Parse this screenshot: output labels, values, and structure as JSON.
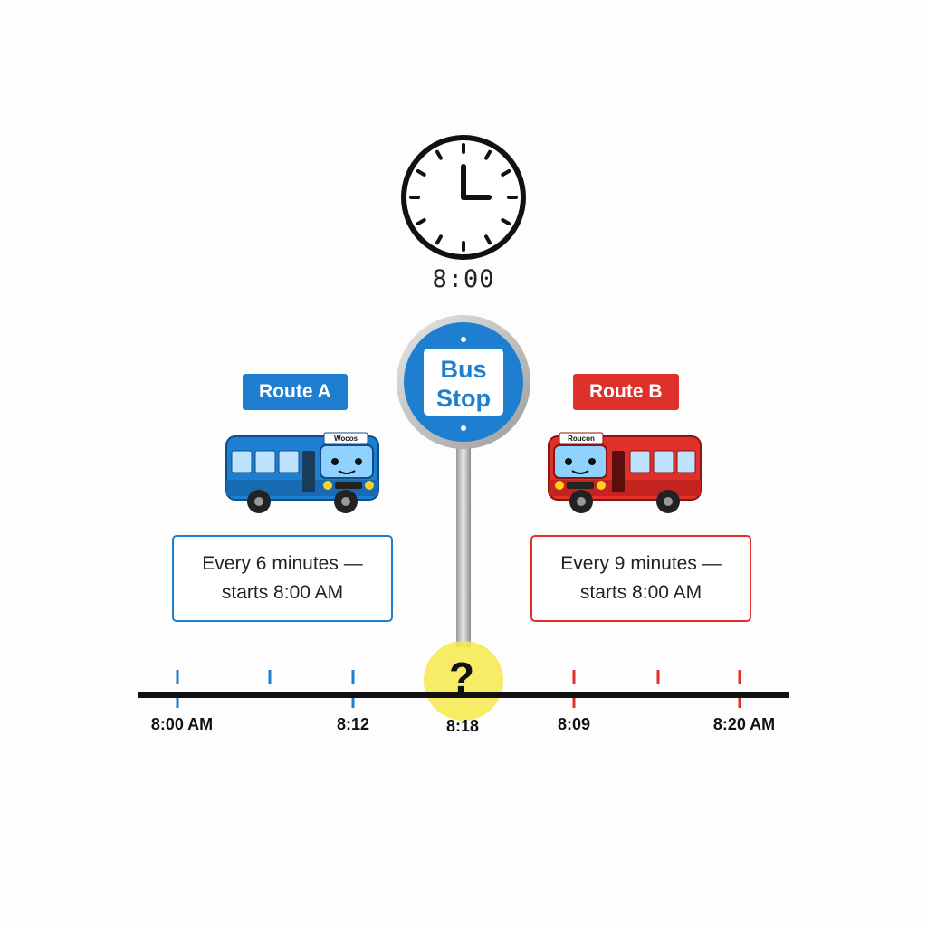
{
  "clock": {
    "time_text": "8:00",
    "hour": 8,
    "minute": 0
  },
  "bus_stop": {
    "line1": "Bus",
    "line2": "Stop"
  },
  "route_a": {
    "label": "Route A",
    "color": "#1e7fd0",
    "destination_sign": "Wocos",
    "info_line1": "Every 6 minutes —",
    "info_line2": "starts 8:00 AM"
  },
  "route_b": {
    "label": "Route B",
    "color": "#e0302c",
    "destination_sign": "Roucon",
    "info_line1": "Every 9 minutes —",
    "info_line2": "starts 8:00 AM"
  },
  "timeline": {
    "question_mark": "?",
    "highlight_color": "#f7e84a",
    "blue_tick_count": 3,
    "red_tick_count": 3,
    "labels": [
      "8:00 AM",
      "8:12",
      "8:18",
      "8:09",
      "8:20 AM"
    ]
  }
}
